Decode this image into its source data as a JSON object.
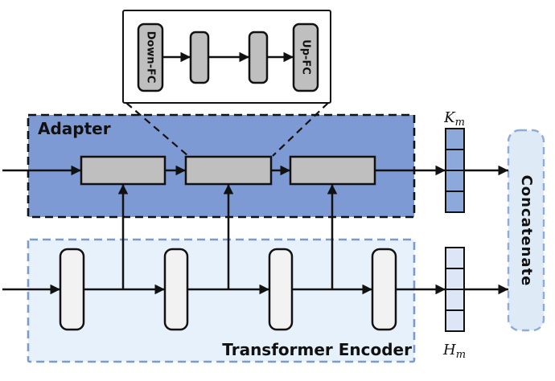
{
  "figure": {
    "adapter": {
      "label": "Adapter"
    },
    "transformer_encoder": {
      "label": "Transformer Encoder"
    },
    "concatenate": {
      "label": "Concatenate"
    },
    "adapter_detail": {
      "down_fc_label": "Down-FC",
      "up_fc_label": "Up-FC"
    },
    "adapter_output_vector": {
      "base": "K",
      "subscript": "m"
    },
    "encoder_output_vector": {
      "base": "H",
      "subscript": "m"
    }
  },
  "colors": {
    "adapter_fill": "#7E9AD4",
    "adapter_block_fill": "#BFBFBF",
    "encoder_fill": "#E7F1FB",
    "encoder_border": "#7B9CCB",
    "encoder_block_fill": "#F2F2F2",
    "k_vector_fill": "#8DA9DC",
    "h_vector_fill": "#DCE6F6",
    "concat_fill": "#DEEBF7",
    "concat_border": "#8FAADC",
    "line_color": "#111111"
  }
}
